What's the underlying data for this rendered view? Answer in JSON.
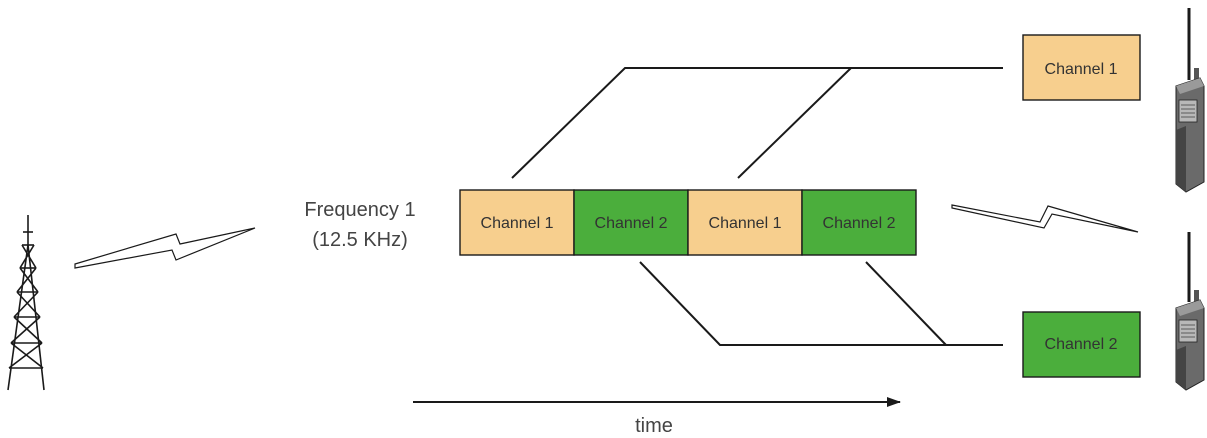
{
  "colors": {
    "channel1": "#F7CF8E",
    "channel2": "#4BAE3C",
    "outline": "#1a1a1a"
  },
  "frequency": {
    "line1": "Frequency 1",
    "line2": "(12.5 KHz)"
  },
  "timeslots": [
    {
      "label": "Channel 1",
      "channel": "channel1"
    },
    {
      "label": "Channel 2",
      "channel": "channel2"
    },
    {
      "label": "Channel 1",
      "channel": "channel1"
    },
    {
      "label": "Channel 2",
      "channel": "channel2"
    }
  ],
  "receivers": [
    {
      "label": "Channel 1",
      "channel": "channel1"
    },
    {
      "label": "Channel 2",
      "channel": "channel2"
    }
  ],
  "time_axis": {
    "label": "time"
  },
  "icons": [
    "radio-tower-icon",
    "lightning-link-icon",
    "handheld-radio-icon"
  ]
}
